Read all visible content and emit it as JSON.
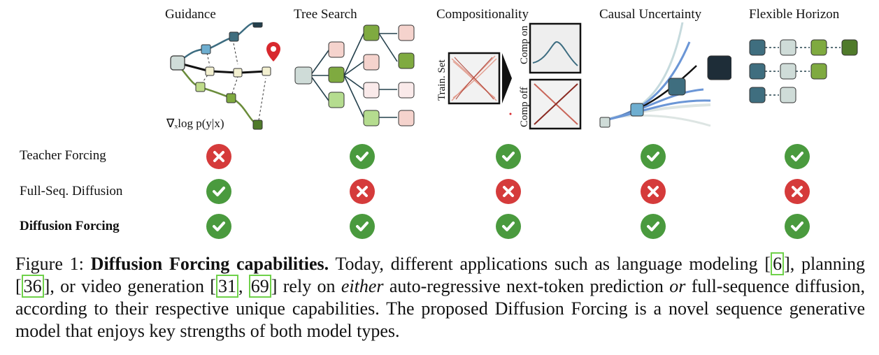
{
  "columns": [
    {
      "label": "Guidance"
    },
    {
      "label": "Tree Search"
    },
    {
      "label": "Compositionality"
    },
    {
      "label": "Causal Uncertainty"
    },
    {
      "label": "Flexible Horizon"
    }
  ],
  "guidance_formula": "∇ₓlog p(y|x)",
  "composition_labels": {
    "train": "Train. Set",
    "comp_on": "Comp on",
    "comp_off": "Comp off"
  },
  "rows": [
    {
      "label": "Teacher Forcing",
      "bold": false,
      "marks": [
        false,
        true,
        true,
        true,
        true
      ]
    },
    {
      "label": "Full-Seq. Diffusion",
      "bold": false,
      "marks": [
        true,
        false,
        false,
        false,
        false
      ]
    },
    {
      "label": "Diffusion Forcing",
      "bold": true,
      "marks": [
        true,
        true,
        true,
        true,
        true
      ]
    }
  ],
  "caption": {
    "fig": "Figure 1: ",
    "title": "Diffusion Forcing capabilities.",
    "t1": " Today, different applications such as language modeling [",
    "c1": "6",
    "t2": "], planning [",
    "c2": "36",
    "t3": "], or video generation [",
    "c3": "31",
    "t4": ", ",
    "c4": "69",
    "t5": "] rely on ",
    "e1": "either",
    "t6": " auto-regressive next-token prediction ",
    "e2": "or",
    "t7": " full-sequence diffusion, according to their respective unique capabilities. The proposed Diffusion Forcing is a novel sequence generative model that enjoys key strengths of both model types."
  },
  "colors": {
    "check_green": "#4a9a3e",
    "cross_red": "#d53b3b",
    "cite_box": "#6fd14a"
  },
  "icons": {
    "check": "check-icon",
    "cross": "cross-icon"
  }
}
